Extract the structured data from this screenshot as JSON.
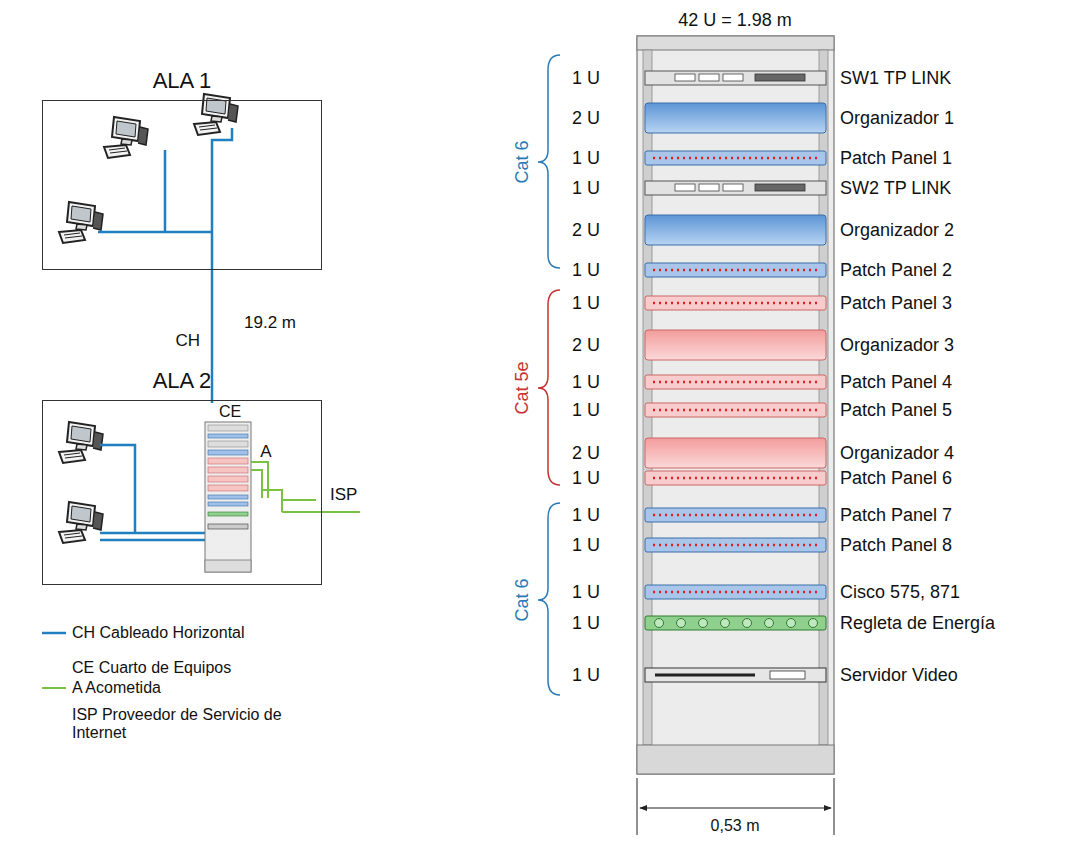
{
  "diagram": {
    "nodes": [
      {
        "text": [
          "ALA 1"
        ]
      },
      {
        "text": [
          "ALA 2"
        ]
      },
      {
        "text": [
          "CE"
        ],
        "in": 1
      }
    ],
    "edges": [
      {
        "from": 0,
        "to": 2,
        "label": "CH",
        "arrow": "none"
      }
    ],
    "labels": [
      "19.2 m",
      "A",
      "ISP",
      "42 U = 1.98 m",
      "1 U",
      "SW1 TP LINK",
      "2 U",
      "Organizador 1",
      "1 U",
      "Patch Panel 1",
      "1 U",
      "SW2 TP LINK",
      "2 U",
      "Organizador 2",
      "1 U",
      "Patch Panel 2",
      "1 U",
      "Patch Panel 3",
      "2 U",
      "Organizador 3",
      "1 U",
      "Patch Panel 4",
      "1 U",
      "Patch Panel 5",
      "2 U",
      "Organizador 4",
      "1 U",
      "Patch Panel 6",
      "1 U",
      "Patch Panel 7",
      "1 U",
      "Patch Panel 8",
      "1 U",
      "Cisco 575, 871",
      "1 U",
      "Regleta de Energía",
      "1 U",
      "Servidor Video",
      "Cat 6",
      "Cat 5e",
      "Cat 6",
      "0,53 m"
    ],
    "legend": [
      {
        "text": "CH Cableado Horizontal"
      },
      {
        "text": "CE Cuarto de Equipos"
      },
      {
        "text": "A Acometida"
      },
      {
        "text": "ISP Proveedor de Servicio de Internet"
      }
    ]
  }
}
